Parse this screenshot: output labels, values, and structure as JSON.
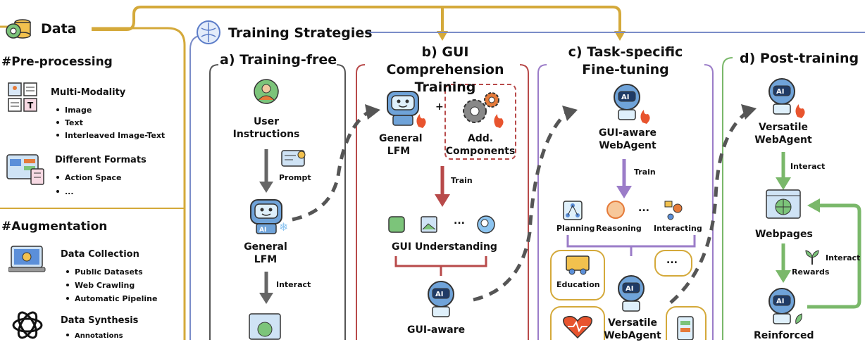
{
  "data_section": {
    "title": "Data",
    "preprocessing": {
      "heading": "#Pre-processing",
      "multi_modality": {
        "title": "Multi-Modality",
        "items": [
          "Image",
          "Text",
          "Interleaved Image-Text"
        ]
      },
      "different_formats": {
        "title": "Different Formats",
        "items": [
          "Action Space",
          "..."
        ]
      }
    },
    "augmentation": {
      "heading": "#Augmentation",
      "data_collection": {
        "title": "Data Collection",
        "items": [
          "Public Datasets",
          "Web Crawling",
          "Automatic Pipeline"
        ]
      },
      "data_synthesis": {
        "title": "Data Synthesis",
        "items": [
          "Annotations"
        ]
      }
    }
  },
  "training": {
    "title": "Training Strategies",
    "panel_a": {
      "title": "a) Training-free",
      "user_instructions": "User\nInstructions",
      "prompt": "Prompt",
      "general_lfm": "General\nLFM",
      "interact": "Interact"
    },
    "panel_b": {
      "title": "b) GUI Comprehension\nTraining",
      "general_lfm": "General\nLFM",
      "plus": "+",
      "add_components": "Add.\nComponents",
      "train": "Train",
      "ellipsis": "...",
      "gui_understanding": "GUI Understanding",
      "gui_aware": "GUI-aware"
    },
    "panel_c": {
      "title": "c) Task-specific\nFine-tuning",
      "gui_aware_webagent": "GUI-aware\nWebAgent",
      "train": "Train",
      "planning": "Planning",
      "reasoning": "Reasoning",
      "ellipsis": "...",
      "interacting": "Interacting",
      "education": "Education",
      "bubble_ellipsis": "...",
      "versatile_webagent": "Versatile\nWebAgent"
    },
    "panel_d": {
      "title": "d) Post-training",
      "versatile_webagent": "Versatile\nWebAgent",
      "interact": "Interact",
      "webpages": "Webpages",
      "rewards": "Rewards",
      "interact2": "Interact",
      "reinforced": "Reinforced"
    }
  },
  "icons": {
    "robot_label": "AI"
  },
  "colors": {
    "gold": "#d4a93a",
    "blue": "#7a8cc8",
    "red": "#b84a4a",
    "purple": "#9b7cc8",
    "green": "#7ab86a",
    "gray_arrow": "#6b6b6b",
    "dash": "#555555"
  }
}
